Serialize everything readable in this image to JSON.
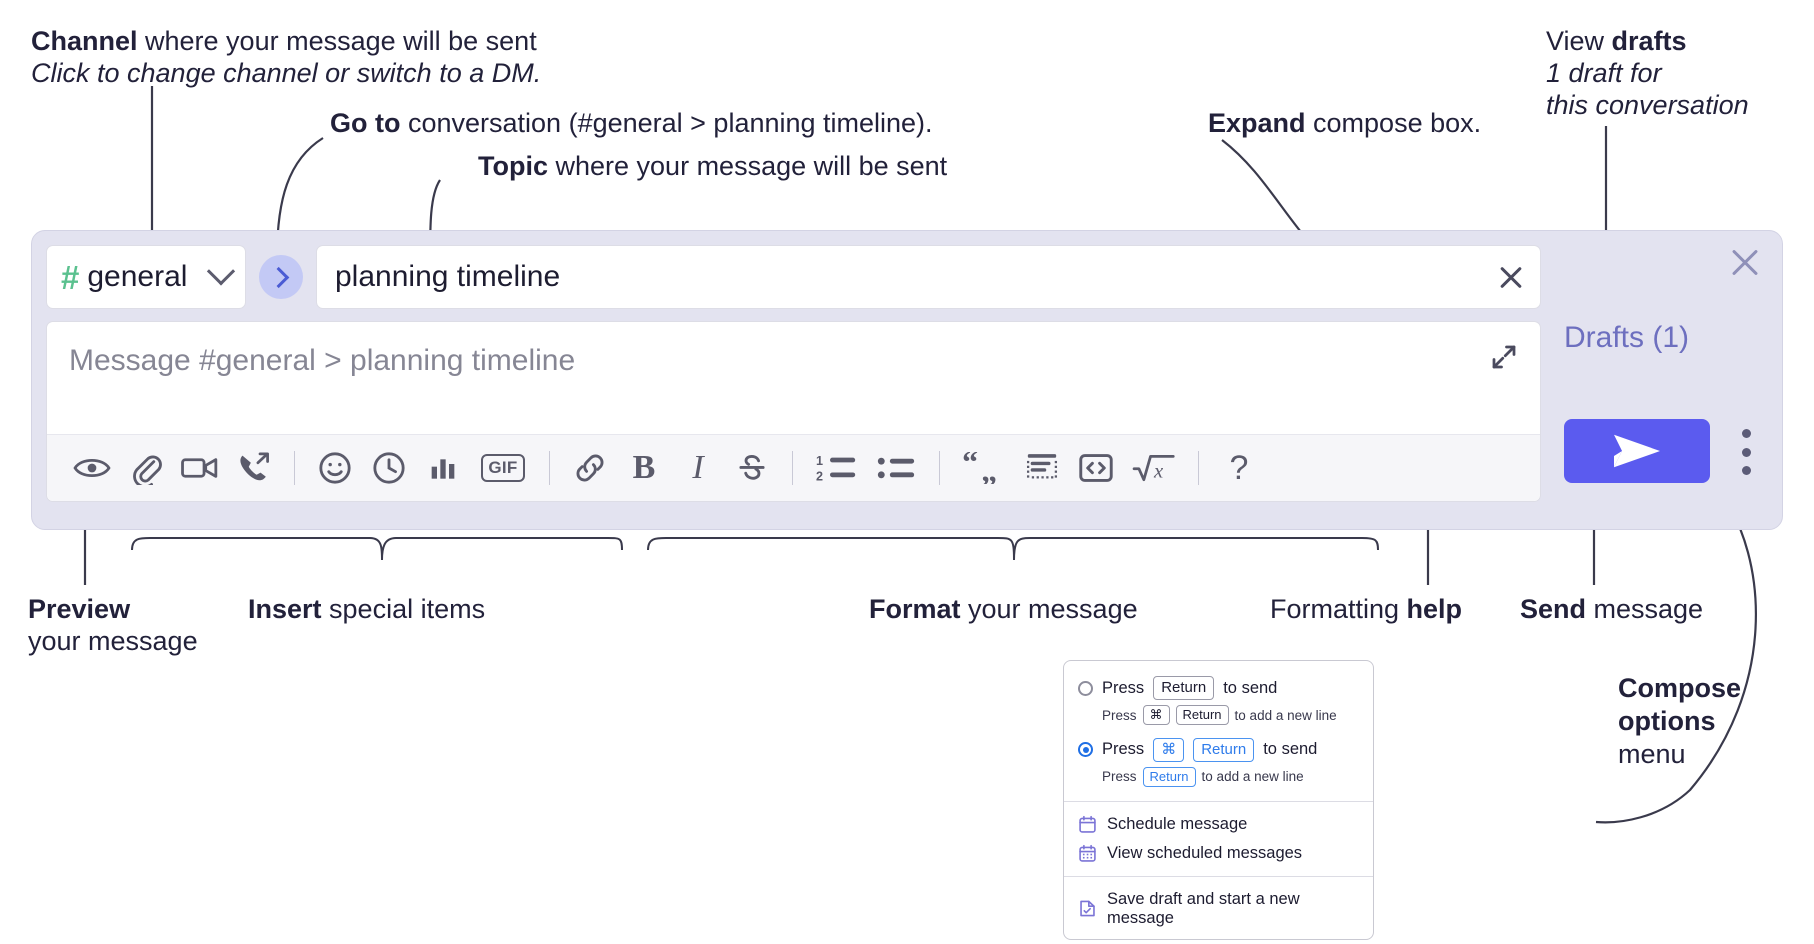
{
  "annotations": {
    "channel": {
      "bold": "Channel",
      "rest": " where your message will be sent",
      "italic": "Click to change channel or switch to a DM."
    },
    "goto": {
      "bold": "Go to",
      "rest": " conversation (#general > planning timeline)."
    },
    "topic": {
      "bold": "Topic",
      "rest": " where your message will be sent"
    },
    "expand": {
      "bold": "Expand",
      "rest": " compose box."
    },
    "drafts": {
      "pre": "View ",
      "bold": "drafts",
      "italic_1": "1 draft for",
      "italic_2": "this conversation"
    },
    "preview": {
      "bold": "Preview",
      "rest": "your message"
    },
    "insert": {
      "bold": "Insert",
      "rest": " special items"
    },
    "format": {
      "bold": "Format",
      "rest": " your message"
    },
    "help": {
      "pre": "Formatting ",
      "bold": "help"
    },
    "send": {
      "bold": "Send",
      "rest": " message"
    },
    "composeopts": {
      "bold_1": "Compose",
      "bold_2": "options",
      "rest": "menu"
    }
  },
  "compose": {
    "channel": {
      "name": "general",
      "hash": "#",
      "icon": "hash-icon",
      "chevron": "chevron-down-icon"
    },
    "goto_button": {
      "icon": "chevron-right-icon"
    },
    "topic": {
      "value": "planning timeline",
      "clear_icon": "close-icon"
    },
    "message": {
      "placeholder": "Message #general > planning timeline",
      "value": ""
    },
    "expand_icon": "expand-diagonal-icon",
    "toolbar": [
      {
        "name": "preview-button",
        "icon": "eye-icon",
        "glyph": "eye"
      },
      {
        "name": "attach-button",
        "icon": "paperclip-icon",
        "glyph": "paperclip"
      },
      {
        "name": "video-button",
        "icon": "video-camera-icon",
        "glyph": "video"
      },
      {
        "name": "huddle-button",
        "icon": "phone-arrow-icon",
        "glyph": "phone"
      },
      {
        "name": "separator-1",
        "icon": "divider",
        "glyph": "sep"
      },
      {
        "name": "emoji-button",
        "icon": "smiley-icon",
        "glyph": "smiley"
      },
      {
        "name": "schedule-button",
        "icon": "clock-icon",
        "glyph": "clock"
      },
      {
        "name": "poll-button",
        "icon": "bar-chart-icon",
        "glyph": "bars"
      },
      {
        "name": "gif-button",
        "icon": "gif-icon",
        "glyph": "gif",
        "label": "GIF"
      },
      {
        "name": "separator-2",
        "icon": "divider",
        "glyph": "sep"
      },
      {
        "name": "link-button",
        "icon": "link-icon",
        "glyph": "link"
      },
      {
        "name": "bold-button",
        "icon": "bold-icon",
        "glyph": "B",
        "label": "B"
      },
      {
        "name": "italic-button",
        "icon": "italic-icon",
        "glyph": "I",
        "label": "I"
      },
      {
        "name": "strikethrough-button",
        "icon": "strikethrough-icon",
        "glyph": "S",
        "label": "S"
      },
      {
        "name": "separator-3",
        "icon": "divider",
        "glyph": "sep"
      },
      {
        "name": "ordered-list-button",
        "icon": "numbered-list-icon",
        "glyph": "ol"
      },
      {
        "name": "bulleted-list-button",
        "icon": "bulleted-list-icon",
        "glyph": "ul"
      },
      {
        "name": "separator-4",
        "icon": "divider",
        "glyph": "sep"
      },
      {
        "name": "blockquote-button",
        "icon": "quote-icon",
        "glyph": "quote"
      },
      {
        "name": "codeblock-button",
        "icon": "code-block-icon",
        "glyph": "codeblock"
      },
      {
        "name": "code-button",
        "icon": "code-icon",
        "glyph": "code"
      },
      {
        "name": "math-button",
        "icon": "square-root-icon",
        "glyph": "sqrt"
      },
      {
        "name": "separator-5",
        "icon": "divider",
        "glyph": "sep"
      },
      {
        "name": "formatting-help-button",
        "icon": "question-mark-icon",
        "glyph": "?",
        "label": "?"
      }
    ],
    "rail": {
      "close_icon": "close-icon",
      "drafts_label": "Drafts (1)",
      "send_icon": "send-paper-plane-icon",
      "kebab_icon": "vertical-ellipsis-icon"
    }
  },
  "options_menu": {
    "radio_1": {
      "selected": false,
      "press": "Press",
      "key": "Return",
      "tail": "to send",
      "sub_press": "Press",
      "sub_key_1": "⌘",
      "sub_key_2": "Return",
      "sub_tail": "to add a new line"
    },
    "radio_2": {
      "selected": true,
      "press": "Press",
      "key_1": "⌘",
      "key_2": "Return",
      "tail": "to send",
      "sub_press": "Press",
      "sub_key": "Return",
      "sub_tail": "to add a new line"
    },
    "items": [
      {
        "label": "Schedule message",
        "icon": "calendar-icon"
      },
      {
        "label": "View scheduled messages",
        "icon": "calendar-grid-icon"
      },
      {
        "label": "Save draft and start a new message",
        "icon": "document-check-icon"
      }
    ]
  },
  "colors": {
    "accent_send": "#5b5bef",
    "hash_green": "#5bc18f",
    "goto_bg": "#c3c9f5",
    "drafts_text": "#6d6fbf",
    "compose_bg": "#e3e3f0",
    "menu_icon_purple": "#7b74d6",
    "radio_blue": "#1f6fe5"
  }
}
